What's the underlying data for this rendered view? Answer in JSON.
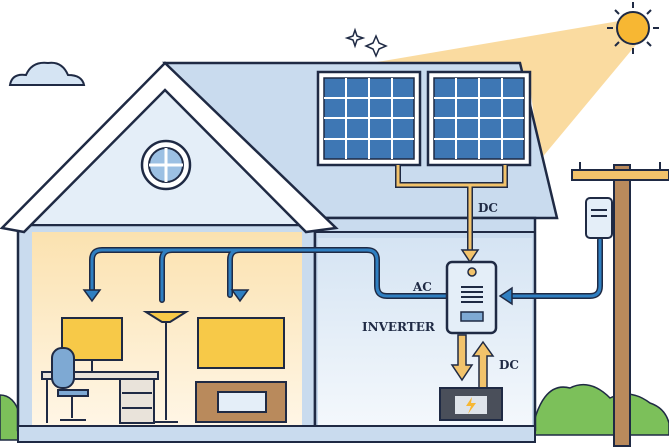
{
  "labels": {
    "dc_panels": "DC",
    "ac": "AC",
    "inverter": "INVERTER",
    "dc_battery": "DC"
  },
  "colors": {
    "outline": "#1f2a44",
    "wall": "#dfe9f5",
    "roof": "#c9dbee",
    "solar_cable": "#f2c36b",
    "ac_cable": "#2f7fc1",
    "sunbeam": "#f9d58f",
    "sun": "#f7b733",
    "panel": "#3e77b4",
    "grass": "#7cc05a"
  }
}
